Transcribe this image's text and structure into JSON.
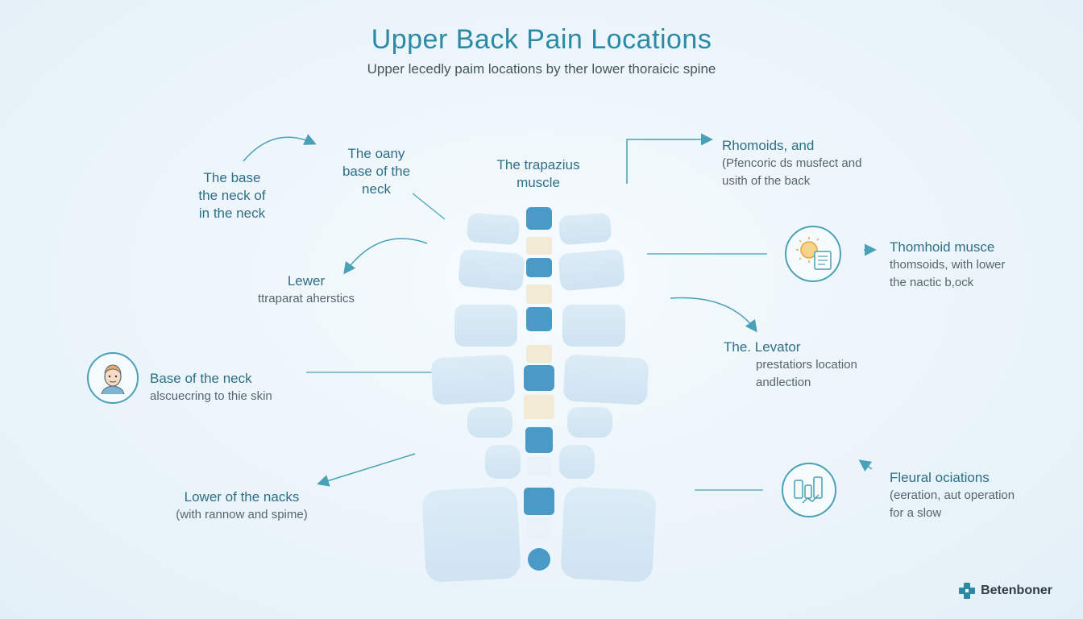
{
  "header": {
    "title": "Upper Back Pain Locations",
    "subtitle": "Upper lecedly paim locations by ther lower thoraicic spine"
  },
  "labels": {
    "base_neck_top": {
      "line1": "The base",
      "line2": "the neck of",
      "line3": "in the neck"
    },
    "oany": {
      "line1": "The oany",
      "line2": "base of the",
      "line3": "neck"
    },
    "trapezius": {
      "line1": "The trapazius",
      "line2": "muscle"
    },
    "lewer": {
      "title": "Lewer",
      "sub": "ttraparat aherstics"
    },
    "base_neck_mid": {
      "title": "Base of the neck",
      "sub": "alscuecring to thie skin"
    },
    "lower_nacks": {
      "title": "Lower of the nacks",
      "sub": "(with rannow and spime)"
    },
    "rhomoids": {
      "title": "Rhomoids, and",
      "sub1": "(Pfencoric ds musfect and",
      "sub2": "usith of the back"
    },
    "thomhoid": {
      "title": "Thomhoid musce",
      "sub1": "thomsoids, with lower",
      "sub2": "the nactic b,ock"
    },
    "levator": {
      "title": "The. Levator",
      "sub1": "prestatiors location",
      "sub2": "andlection"
    },
    "fleural": {
      "title": "Fleural ociations",
      "sub1": "(eeration, aut operation",
      "sub2": "for a slow"
    }
  },
  "brand": {
    "name": "Betenboner"
  },
  "icons": [
    "face-icon",
    "sun-document-icon",
    "chart-icon",
    "spine-illustration"
  ],
  "colors": {
    "accent": "#2b8aa6",
    "vertebra": "#d6e8f4",
    "disc_blue": "#4a9ac8",
    "disc_cream": "#f3ead6"
  }
}
